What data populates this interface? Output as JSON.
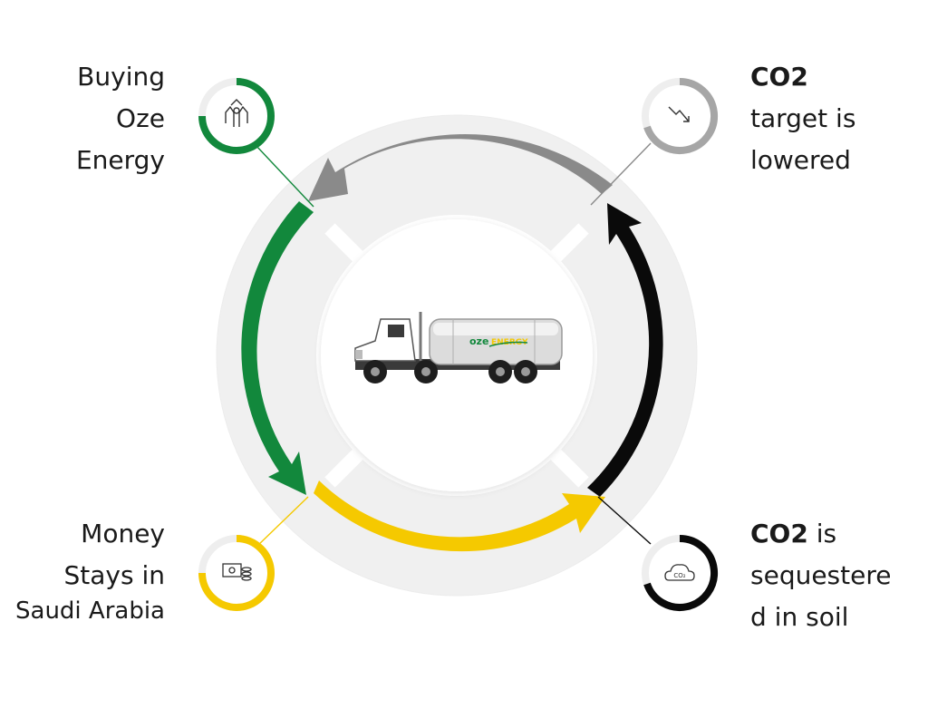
{
  "colors": {
    "green": "#12883c",
    "gray": "#8a8a8a",
    "black": "#0a0a0a",
    "yellow": "#f5c900",
    "ring": "#f0f0f0",
    "ring_shadow": "#d9d9d9"
  },
  "steps": {
    "top_left": {
      "lines": [
        "Buying",
        "Oze",
        "Energy"
      ],
      "icon": "hands-exchange-icon"
    },
    "top_right": {
      "bold": "CO2",
      "lines": [
        "target is",
        "lowered"
      ],
      "icon": "trend-down-icon"
    },
    "bottom_left": {
      "lines": [
        "Money",
        "Stays in",
        "Saudi Arabia"
      ],
      "icon": "money-coins-icon"
    },
    "bottom_right": {
      "bold": "CO2",
      "bold_suffix": " is",
      "lines": [
        "sequestere",
        "d in soil"
      ],
      "icon": "co2-cloud-icon",
      "icon_text": "CO₂"
    }
  },
  "truck": {
    "logo_text": "oze",
    "logo_text_2": "ENERGY",
    "icon": "tanker-truck-icon"
  }
}
